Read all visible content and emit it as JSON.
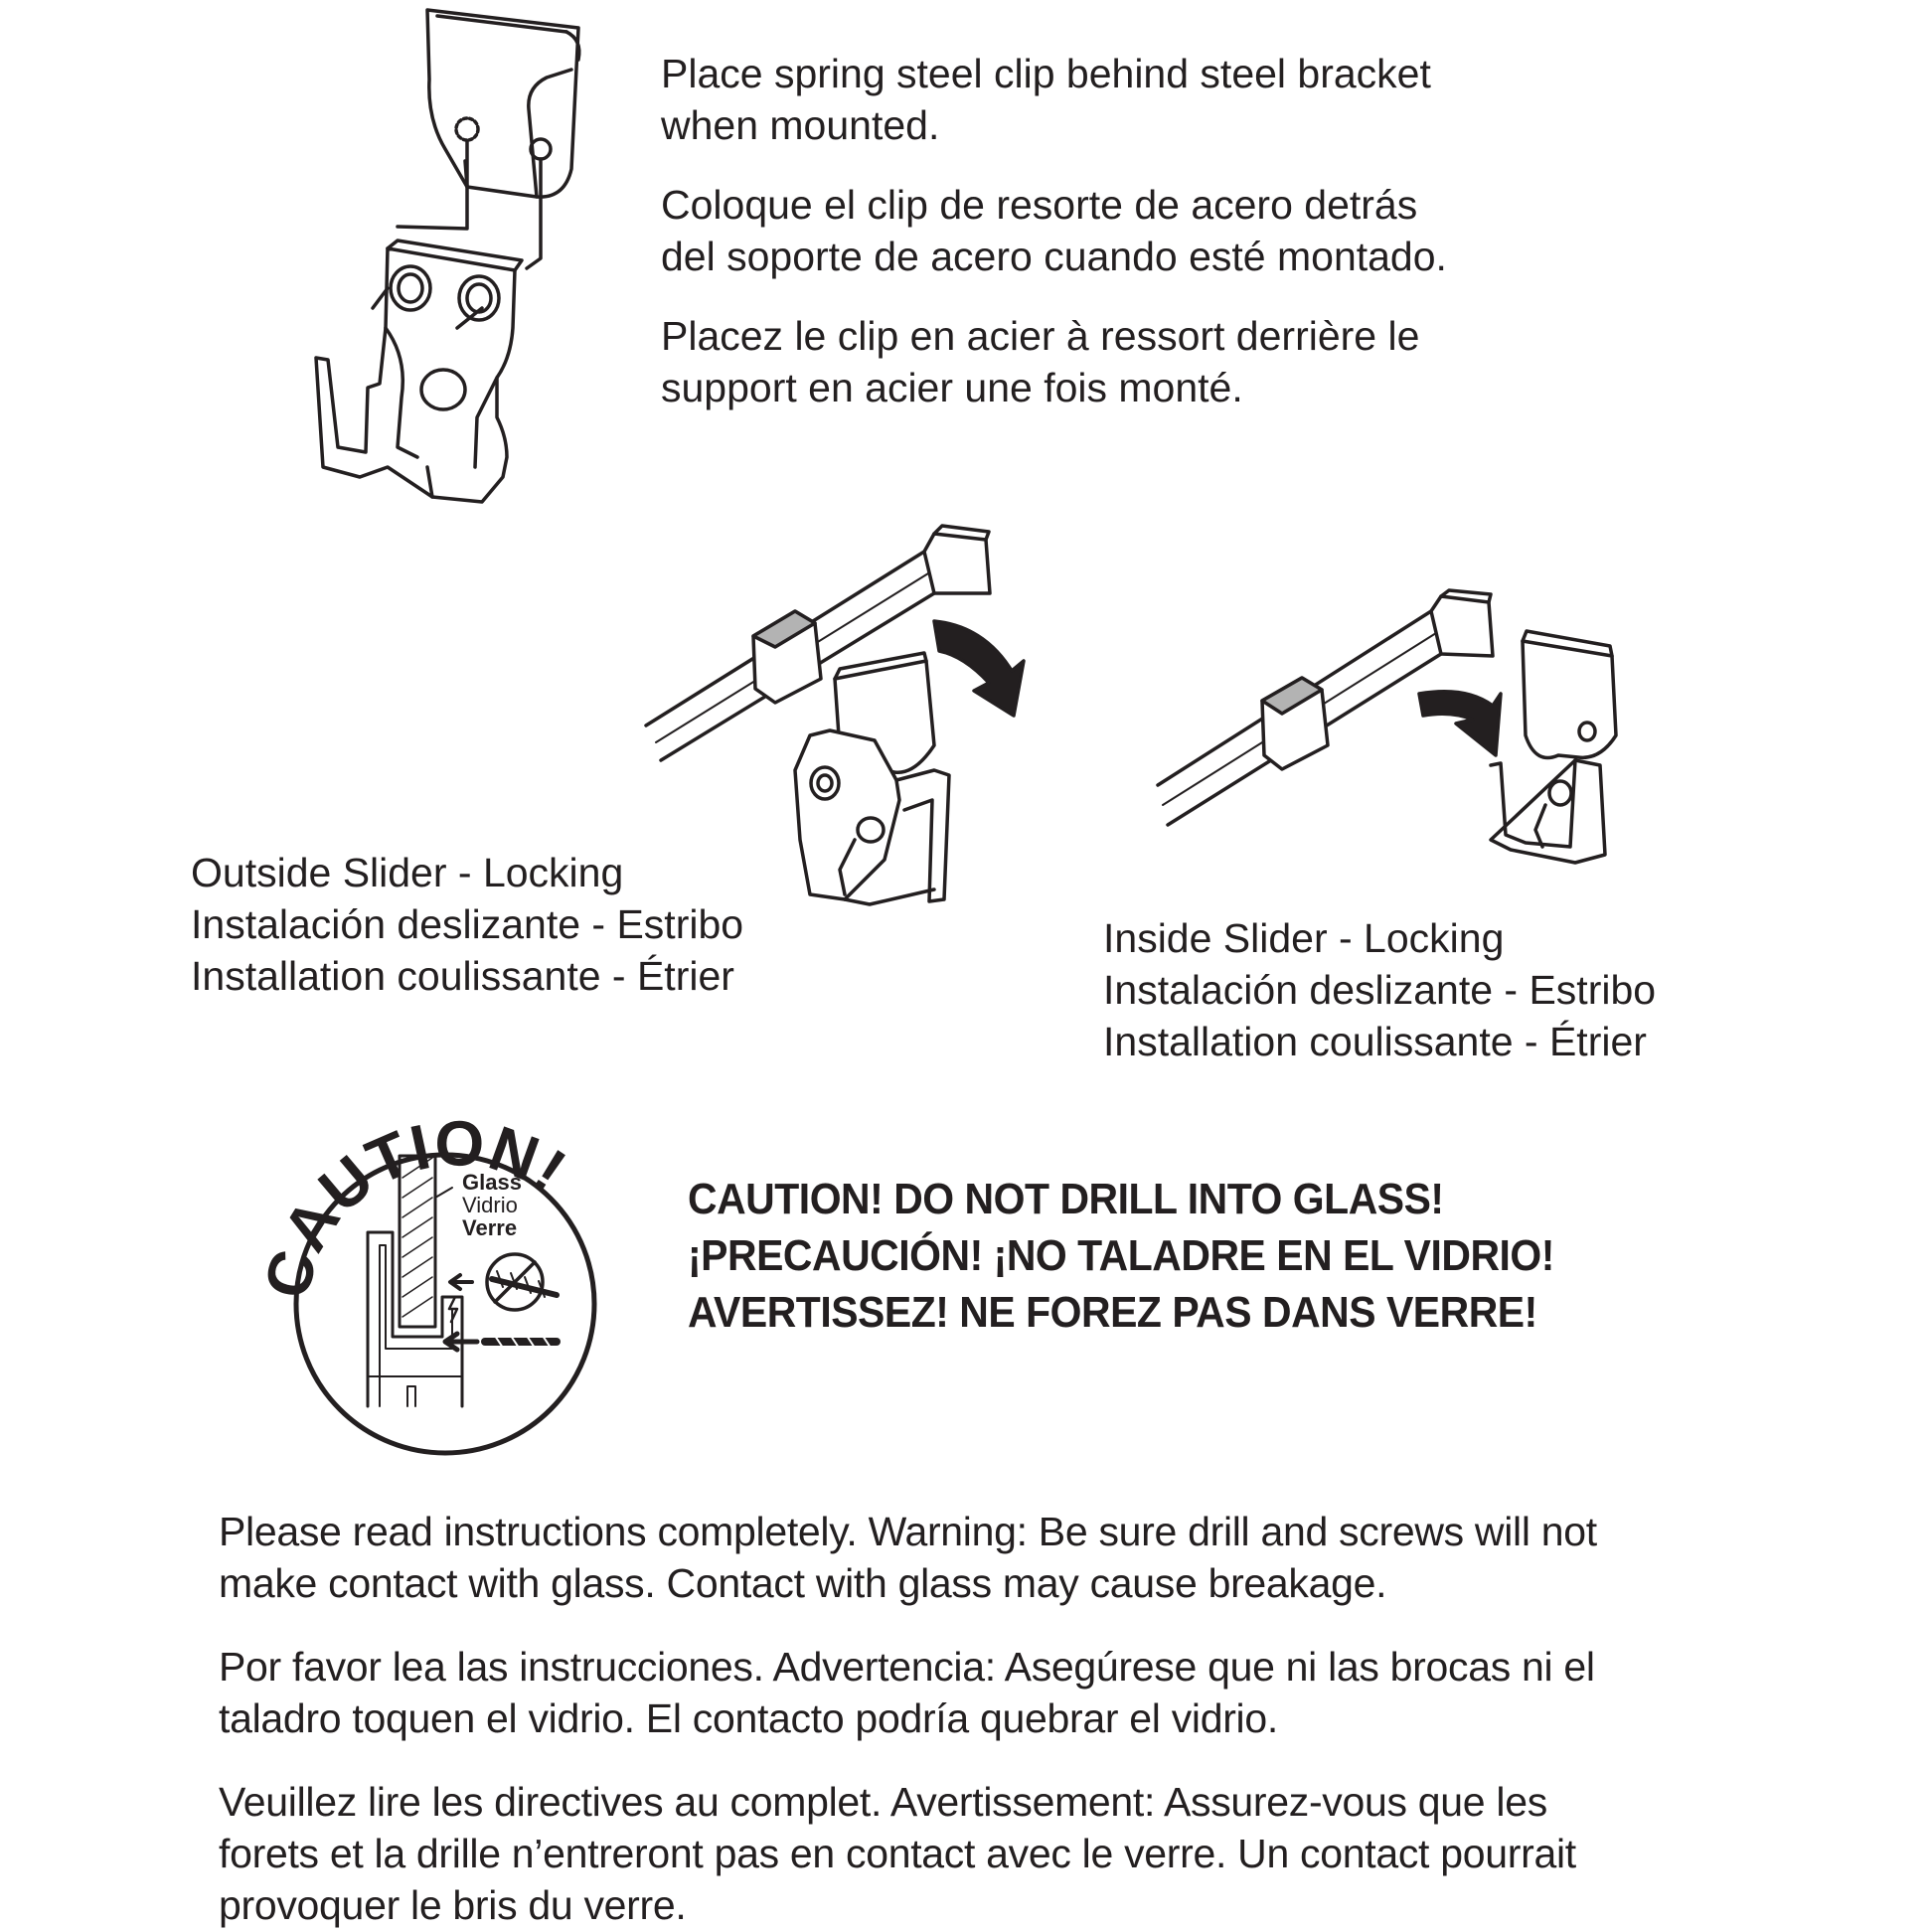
{
  "mount": {
    "en": [
      "Place spring steel clip behind steel bracket",
      "when mounted."
    ],
    "es": [
      "Coloque el clip de resorte de acero detrás",
      "del soporte de acero cuando esté montado."
    ],
    "fr": [
      "Placez le clip en acier à ressort derrière le",
      "support en acier une fois monté."
    ]
  },
  "outside_slider": {
    "en": "Outside Slider - Locking",
    "es": "Instalación deslizante - Estribo",
    "fr": "Installation coulissante - Étrier"
  },
  "inside_slider": {
    "en": "Inside Slider - Locking",
    "es": "Instalación deslizante - Estribo",
    "fr": "Installation coulissante - Étrier"
  },
  "badge": {
    "title": "CAUTION!",
    "glass_en": "Glass",
    "glass_es": "Vidrio",
    "glass_fr": "Verre"
  },
  "caution": {
    "en": "CAUTION! DO NOT DRILL INTO GLASS!",
    "es": "¡PRECAUCIÓN! ¡NO TALADRE EN EL VIDRIO!",
    "fr": "AVERTISSEZ! NE FOREZ PAS DANS VERRE!"
  },
  "warning": {
    "en": [
      "Please read instructions completely. Warning: Be sure drill and screws will not",
      "make contact with glass. Contact with glass may cause breakage."
    ],
    "es": [
      "Por favor lea las instrucciones. Advertencia: Asegúrese que ni las brocas ni el",
      "taladro toquen el vidrio. El contacto podría quebrar el vidrio."
    ],
    "fr": [
      "Veuillez lire les directives au complet. Avertissement: Assurez-vous que les",
      "forets et la drille n’entreront pas en contact avec le verre. Un contact pourrait",
      "provoquer le bris du verre."
    ]
  }
}
